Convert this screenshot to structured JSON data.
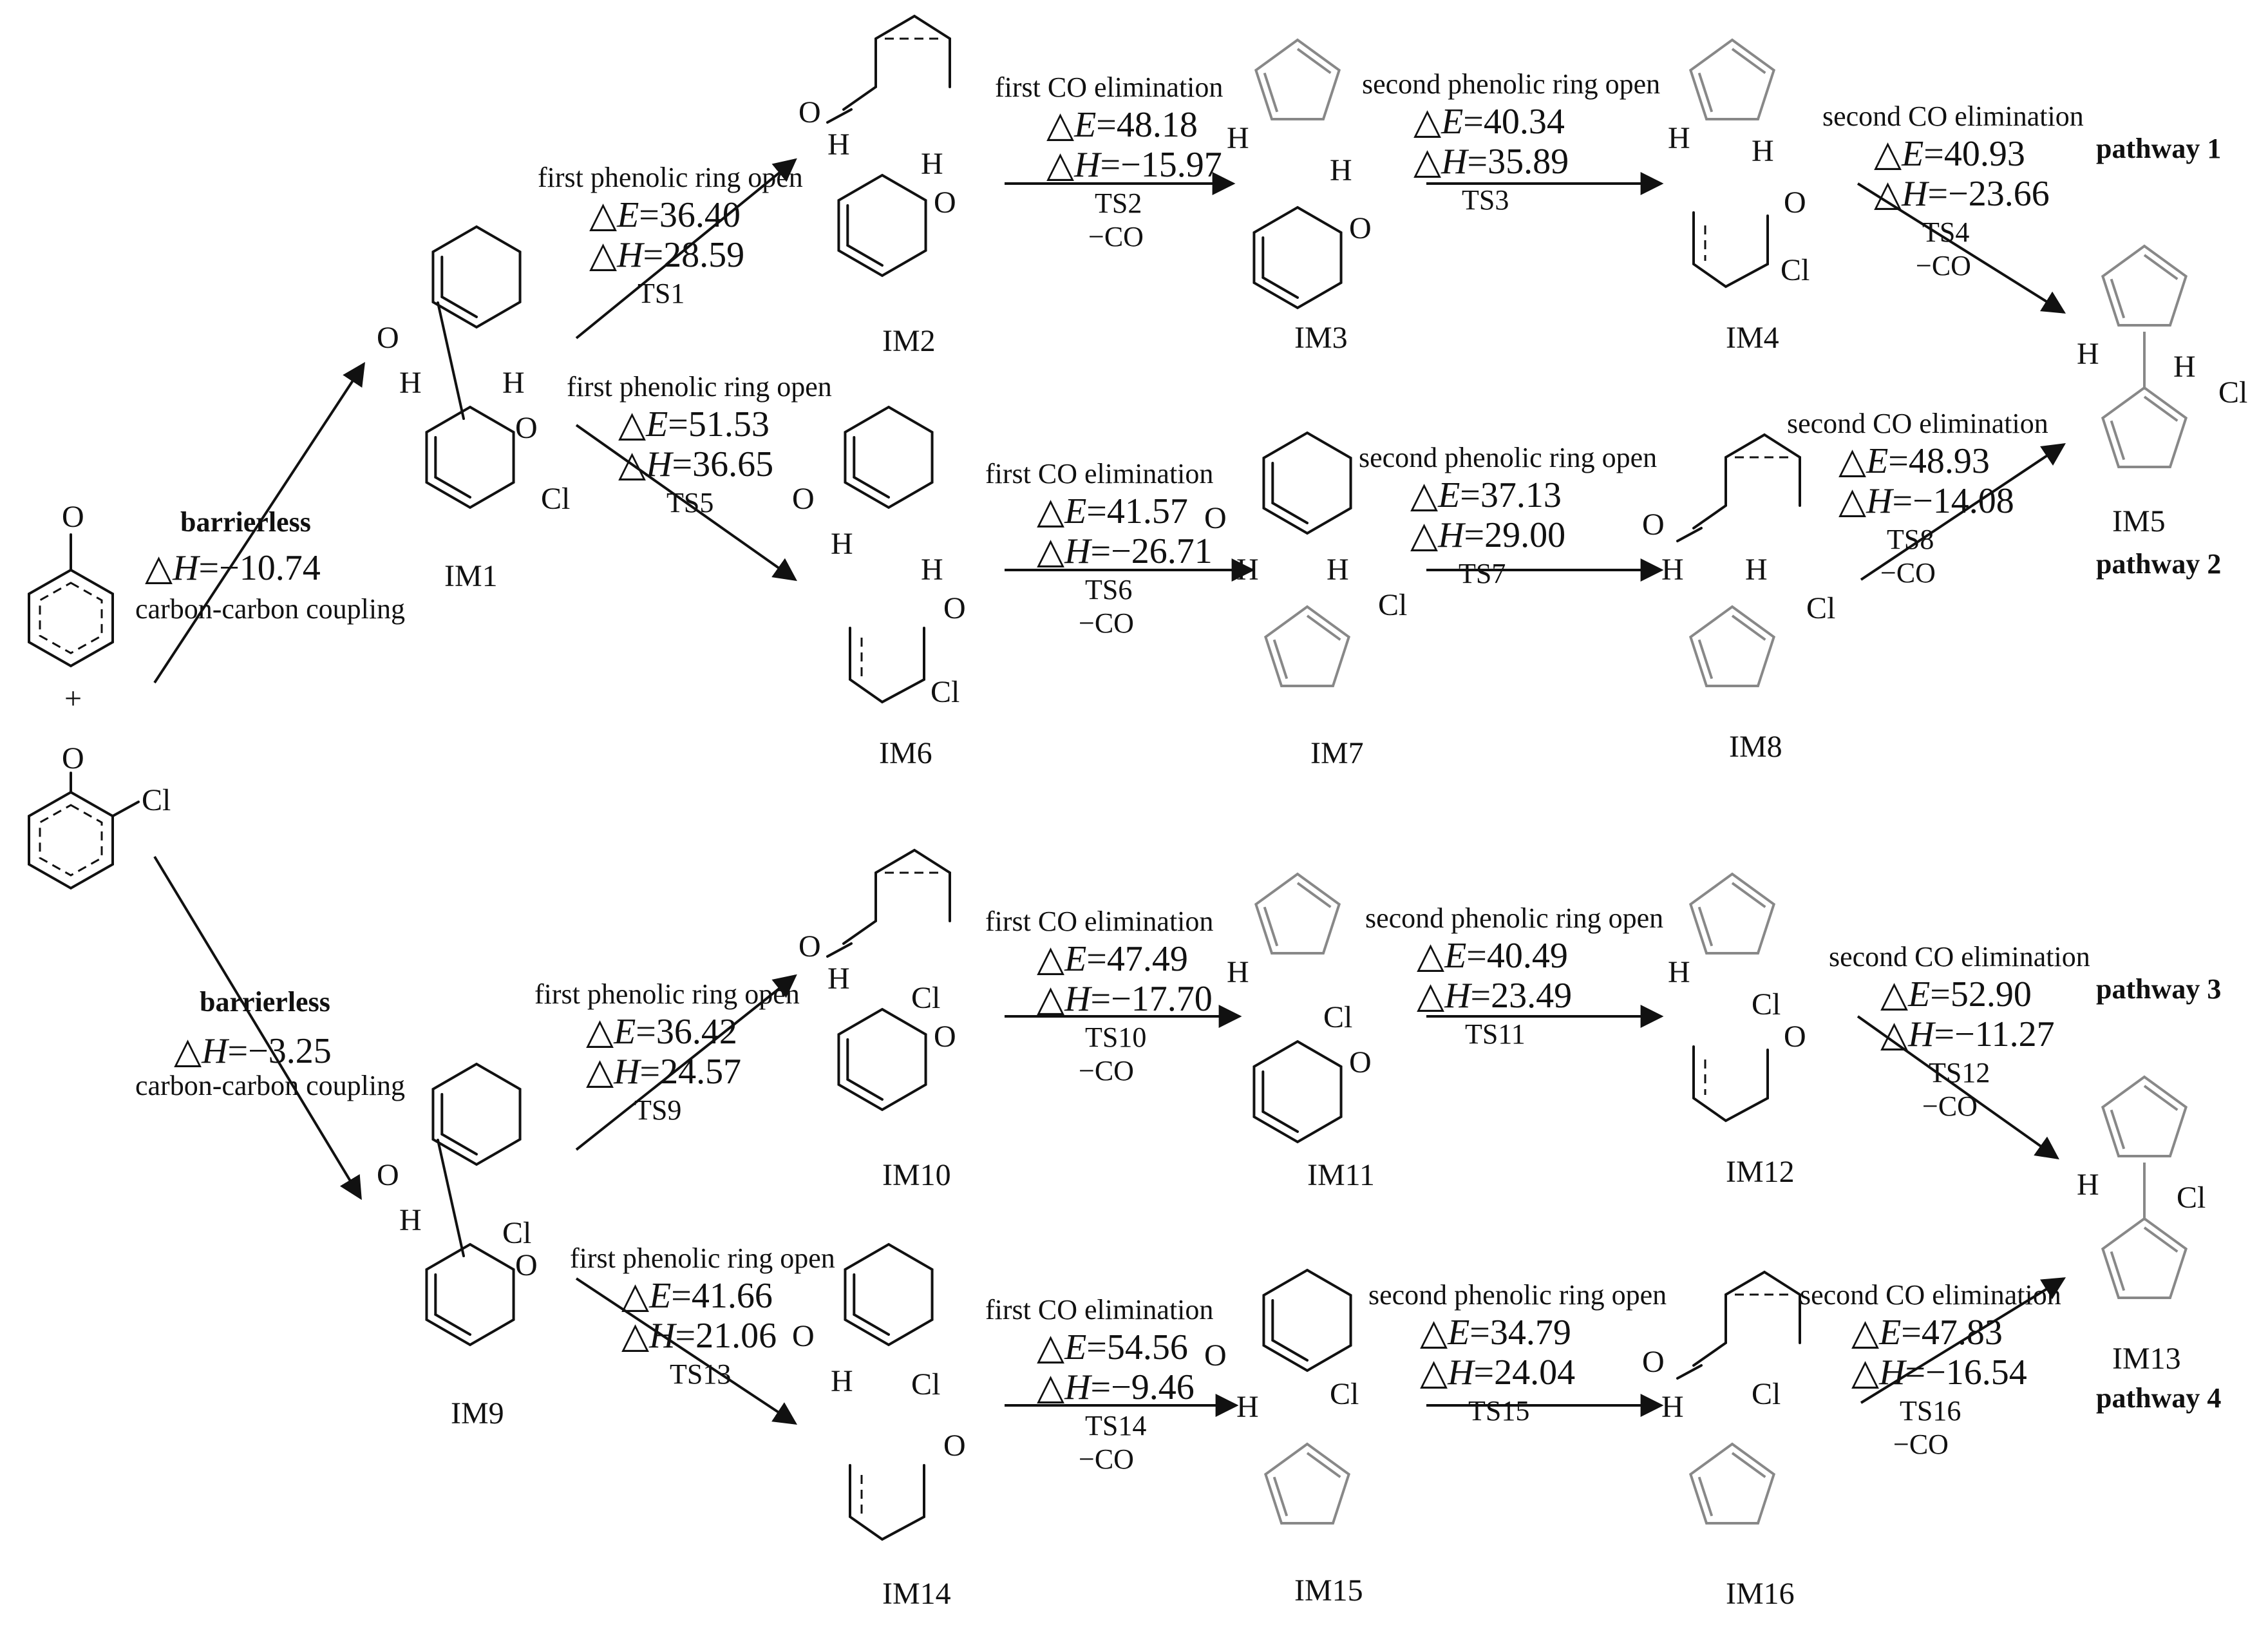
{
  "reactants": {
    "r1_label": "O",
    "plus": "+",
    "r2_o_label": "O",
    "r2_cl_label": "Cl"
  },
  "coupling": [
    {
      "title": "barrierless",
      "dh": "=−10.74",
      "desc": "carbon-carbon coupling"
    },
    {
      "title": "barrierless",
      "dh": "=−3.25",
      "desc": "carbon-carbon coupling"
    }
  ],
  "symbols": {
    "delta": "△",
    "E": "E",
    "H": "H"
  },
  "atoms": {
    "H": "H",
    "O": "O",
    "Cl": "Cl"
  },
  "intermediates": [
    "IM1",
    "IM2",
    "IM3",
    "IM4",
    "IM5",
    "IM6",
    "IM7",
    "IM8",
    "IM9",
    "IM10",
    "IM11",
    "IM12",
    "IM13",
    "IM14",
    "IM15",
    "IM16"
  ],
  "steps": [
    {
      "id": "s1",
      "title": "first phenolic ring open",
      "de": "=36.40",
      "dh": "=28.59",
      "ts": "TS1",
      "co": ""
    },
    {
      "id": "s2",
      "title": "first CO elimination",
      "de": "=48.18",
      "dh": "=−15.97",
      "ts": "TS2",
      "co": "−CO"
    },
    {
      "id": "s3",
      "title": "second phenolic ring open",
      "de": "=40.34",
      "dh": "=35.89",
      "ts": "TS3",
      "co": ""
    },
    {
      "id": "s4",
      "title": "second CO elimination",
      "de": "=40.93",
      "dh": "=−23.66",
      "ts": "TS4",
      "co": "−CO"
    },
    {
      "id": "s5",
      "title": "first phenolic ring open",
      "de": "=51.53",
      "dh": "=36.65",
      "ts": "TS5",
      "co": ""
    },
    {
      "id": "s6",
      "title": "first CO elimination",
      "de": "=41.57",
      "dh": "=−26.71",
      "ts": "TS6",
      "co": "−CO"
    },
    {
      "id": "s7",
      "title": "second phenolic ring open",
      "de": "=37.13",
      "dh": "=29.00",
      "ts": "TS7",
      "co": ""
    },
    {
      "id": "s8",
      "title": "second CO elimination",
      "de": "=48.93",
      "dh": "=−14.08",
      "ts": "TS8",
      "co": "−CO"
    },
    {
      "id": "s9",
      "title": "first phenolic ring open",
      "de": "=36.42",
      "dh": "=24.57",
      "ts": "TS9",
      "co": ""
    },
    {
      "id": "s10",
      "title": "first CO elimination",
      "de": "=47.49",
      "dh": "=−17.70",
      "ts": "TS10",
      "co": "−CO"
    },
    {
      "id": "s11",
      "title": "second phenolic ring open",
      "de": "=40.49",
      "dh": "=23.49",
      "ts": "TS11",
      "co": ""
    },
    {
      "id": "s12",
      "title": "second CO elimination",
      "de": "=52.90",
      "dh": "=−11.27",
      "ts": "TS12",
      "co": "−CO"
    },
    {
      "id": "s13",
      "title": "first phenolic ring open",
      "de": "=41.66",
      "dh": "=21.06",
      "ts": "TS13",
      "co": ""
    },
    {
      "id": "s14",
      "title": "first CO elimination",
      "de": "=54.56",
      "dh": "=−9.46",
      "ts": "TS14",
      "co": "−CO"
    },
    {
      "id": "s15",
      "title": "second phenolic ring open",
      "de": "=34.79",
      "dh": "=24.04",
      "ts": "TS15",
      "co": ""
    },
    {
      "id": "s16",
      "title": "second CO elimination",
      "de": "=47.83",
      "dh": "=−16.54",
      "ts": "TS16",
      "co": "−CO"
    }
  ],
  "pathways": [
    "pathway 1",
    "pathway 2",
    "pathway 3",
    "pathway 4"
  ]
}
